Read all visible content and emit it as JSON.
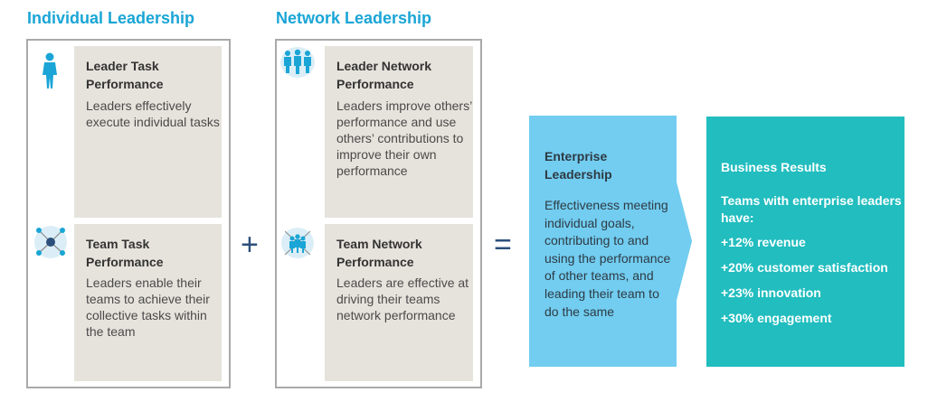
{
  "individual": {
    "heading": "Individual Leadership",
    "task_card": {
      "title": "Leader Task Performance",
      "body": "Leaders effectively execute individual tasks",
      "icon": "person-icon"
    },
    "team_card": {
      "title": "Team Task Performance",
      "body": "Leaders enable their teams to achieve their collective tasks within the team",
      "icon": "team-hub-icon"
    }
  },
  "operators": {
    "plus": "+",
    "equals": "="
  },
  "network": {
    "heading": "Network Leadership",
    "leader_card": {
      "title": "Leader Network Performance",
      "body": "Leaders improve others’ performance and use others’ contributions to improve their own performance",
      "icon": "people-group-icon"
    },
    "team_card": {
      "title": "Team Network Performance",
      "body": "Leaders are effective at driving their teams network performance",
      "icon": "network-group-icon"
    }
  },
  "enterprise": {
    "title": "Enterprise Leadership",
    "body": "Effectiveness meeting individual goals, contributing to and using the performance of other teams, and leading their team to do the same"
  },
  "results": {
    "title": "Business Results",
    "subtitle": "Teams with enterprise leaders have:",
    "stats": [
      "+12% revenue",
      "+20% customer satisfaction",
      "+23% innovation",
      "+30% engagement"
    ]
  },
  "colors": {
    "heading": "#1aa5d6",
    "card": "#e6e3dc",
    "enterprise": "#72cdf0",
    "results": "#21bdbf",
    "operator": "#2b4f7a",
    "icon": "#1aa5d6"
  }
}
